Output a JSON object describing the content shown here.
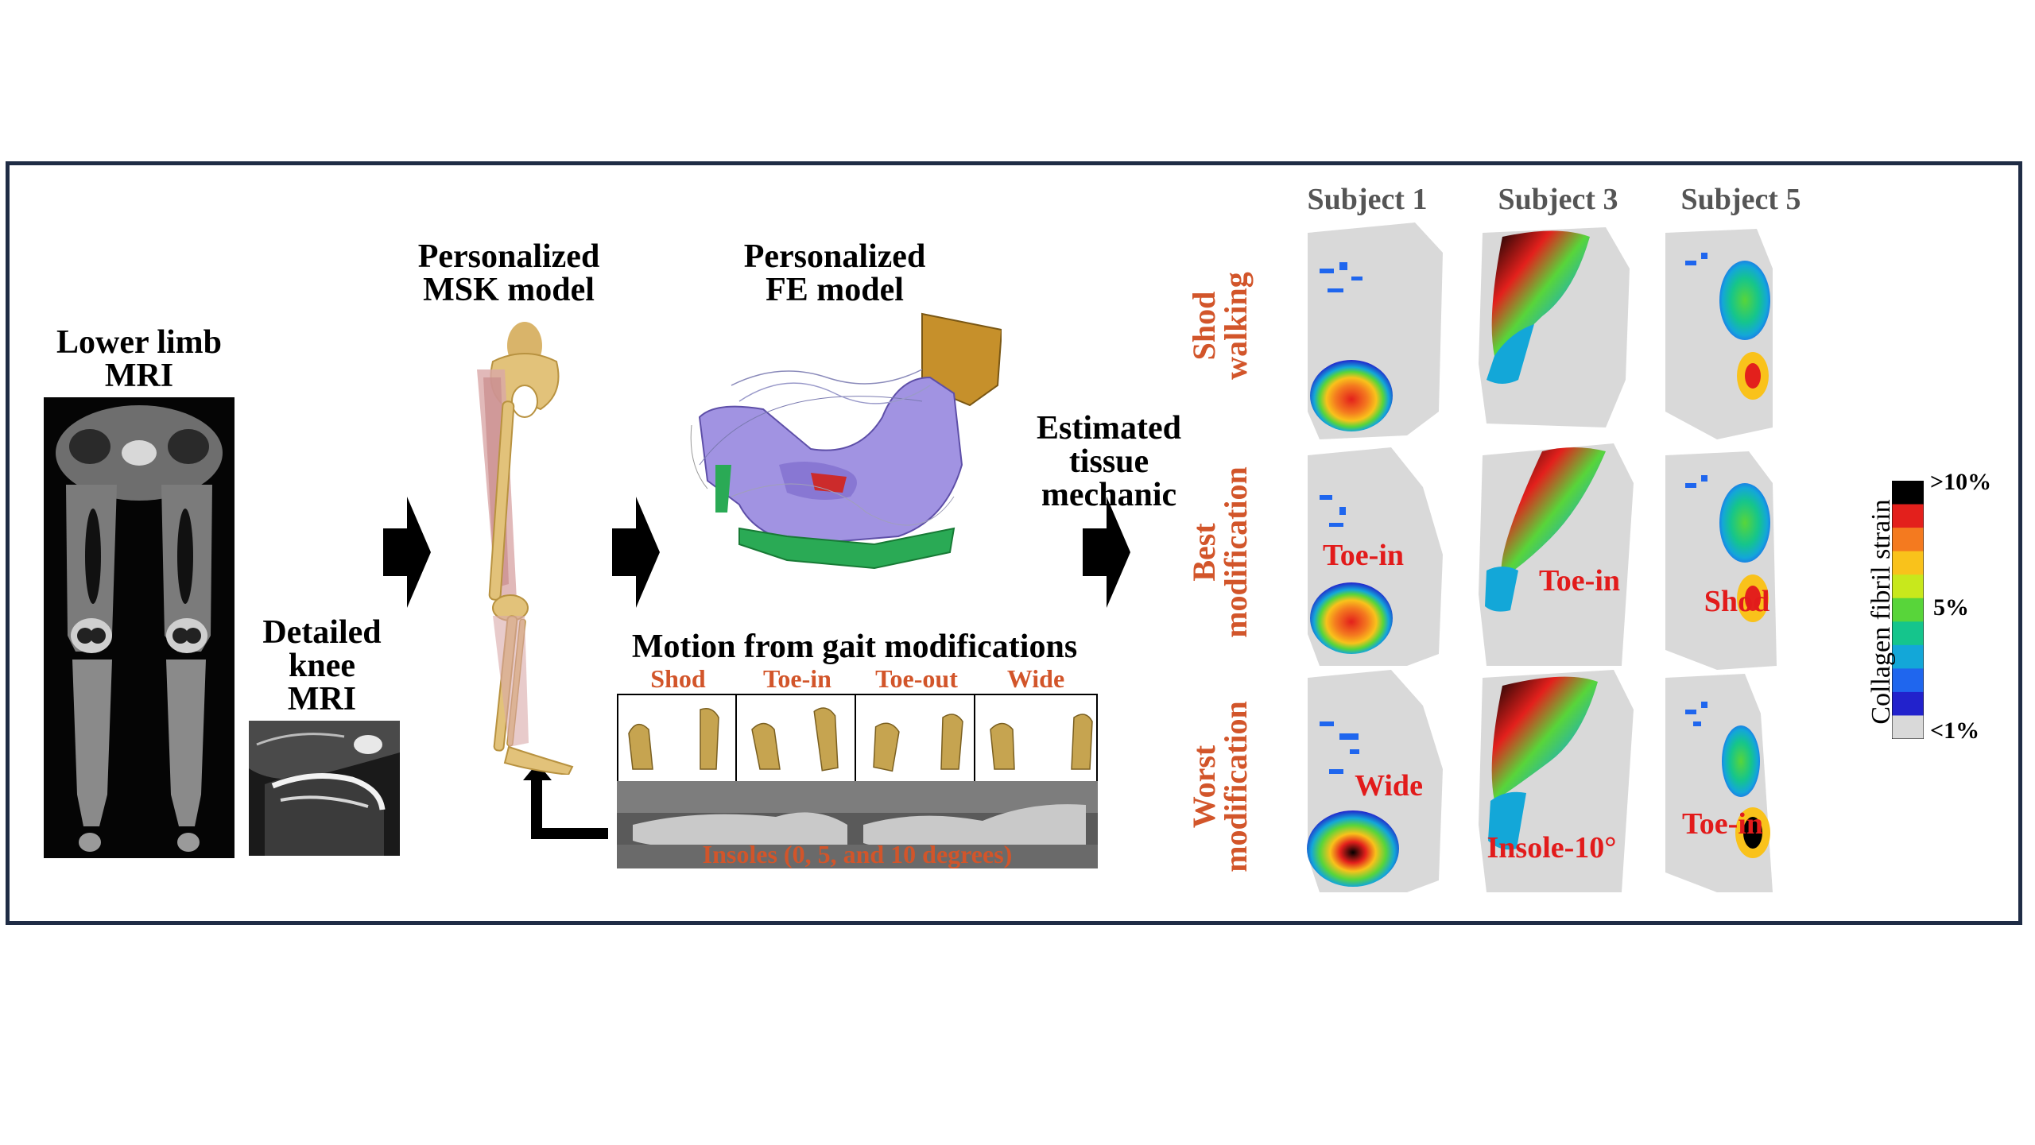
{
  "labels": {
    "lower_limb_1": "Lower limb",
    "lower_limb_2": "MRI",
    "knee_1": "Detailed",
    "knee_2": "knee",
    "knee_3": "MRI",
    "msk_1": "Personalized",
    "msk_2": "MSK model",
    "fe_1": "Personalized",
    "fe_2": "FE model",
    "est_1": "Estimated",
    "est_2": "tissue",
    "est_3": "mechanic",
    "motion": "Motion from gait modifications",
    "insoles": "Insoles (0, 5, and 10 degrees)"
  },
  "gait_modes": [
    "Shod",
    "Toe-in",
    "Toe-out",
    "Wide"
  ],
  "subjects": [
    "Subject 1",
    "Subject 3",
    "Subject 5"
  ],
  "rows": [
    {
      "line1": "Shod",
      "line2": "walking"
    },
    {
      "line1": "Best",
      "line2": "modification"
    },
    {
      "line1": "Worst",
      "line2": "modification"
    }
  ],
  "annotations": {
    "best": [
      "Toe-in",
      "Toe-in",
      "Shod"
    ],
    "worst": [
      "Wide",
      "Insole-10°",
      "Toe-in"
    ]
  },
  "colorbar": {
    "title": "Collagen fibril strain",
    "ticks": [
      ">10%",
      "5%",
      "<1%"
    ],
    "colors": [
      "#000000",
      "#e3201c",
      "#f47a1f",
      "#f9c21b",
      "#c8e81c",
      "#58d53a",
      "#15c58c",
      "#13a7d8",
      "#1f66ee",
      "#2222cc",
      "#d9d9d9"
    ]
  }
}
